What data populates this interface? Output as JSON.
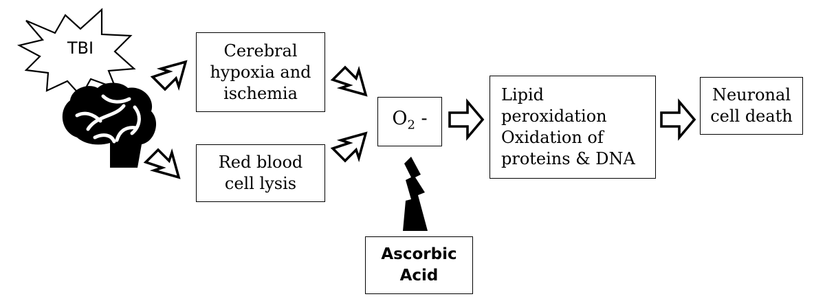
{
  "trigger": {
    "label": "TBI"
  },
  "nodes": {
    "hypoxia": "Cerebral\nhypoxia and\nischemia",
    "lysis": "Red blood\ncell lysis",
    "superoxide": {
      "base": "O",
      "sub": "2",
      "charge": "-"
    },
    "damage": "Lipid\nperoxidation\nOxidation of\nproteins & DNA",
    "death": "Neuronal\ncell death"
  },
  "inhibitor": {
    "label": "Ascorbic\nAcid"
  },
  "icons": [
    "starburst-icon",
    "brain-icon",
    "hollow-arrow-icon",
    "lightning-bolt-icon"
  ]
}
